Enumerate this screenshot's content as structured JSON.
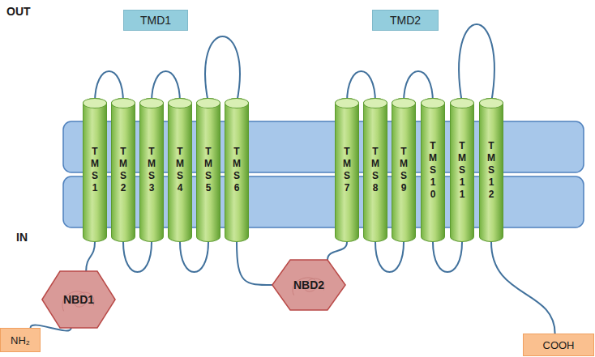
{
  "diagram": {
    "nodes": [
      {
        "text": [
          "TMD1"
        ]
      },
      {
        "text": [
          "TMD2"
        ]
      },
      {
        "text": [
          "T M S 1"
        ]
      },
      {
        "text": [
          "T M S 2"
        ]
      },
      {
        "text": [
          "T M S 3"
        ]
      },
      {
        "text": [
          "T M S 4"
        ]
      },
      {
        "text": [
          "T M S 5"
        ]
      },
      {
        "text": [
          "T M S 6"
        ]
      },
      {
        "text": [
          "T M S 7"
        ]
      },
      {
        "text": [
          "T M S 8"
        ]
      },
      {
        "text": [
          "T M S 9"
        ]
      },
      {
        "text": [
          "T M S 1 0"
        ]
      },
      {
        "text": [
          "T M S 1 1"
        ]
      },
      {
        "text": [
          "T M S 1 2"
        ]
      },
      {
        "text": [
          "NBD1"
        ]
      },
      {
        "text": [
          "NBD2"
        ]
      },
      {
        "text": [
          "NH₂"
        ]
      },
      {
        "text": [
          "COOH"
        ]
      }
    ],
    "edges": [
      {
        "from": 2,
        "to": 3,
        "arrow": "none"
      },
      {
        "from": 4,
        "to": 5,
        "arrow": "none"
      },
      {
        "from": 6,
        "to": 7,
        "arrow": "none"
      },
      {
        "from": 8,
        "to": 9,
        "arrow": "none"
      },
      {
        "from": 10,
        "to": 11,
        "arrow": "none"
      },
      {
        "from": 12,
        "to": 13,
        "arrow": "none"
      },
      {
        "from": 3,
        "to": 4,
        "arrow": "none"
      },
      {
        "from": 5,
        "to": 6,
        "arrow": "none"
      },
      {
        "from": 9,
        "to": 10,
        "arrow": "none"
      },
      {
        "from": 11,
        "to": 12,
        "arrow": "none"
      },
      {
        "from": 16,
        "to": 14,
        "arrow": "none"
      },
      {
        "from": 14,
        "to": 2,
        "arrow": "none"
      },
      {
        "from": 7,
        "to": 15,
        "arrow": "none"
      },
      {
        "from": 15,
        "to": 8,
        "arrow": "none"
      },
      {
        "from": 13,
        "to": 17,
        "arrow": "none"
      }
    ],
    "labels": [
      "OUT",
      "IN"
    ]
  }
}
